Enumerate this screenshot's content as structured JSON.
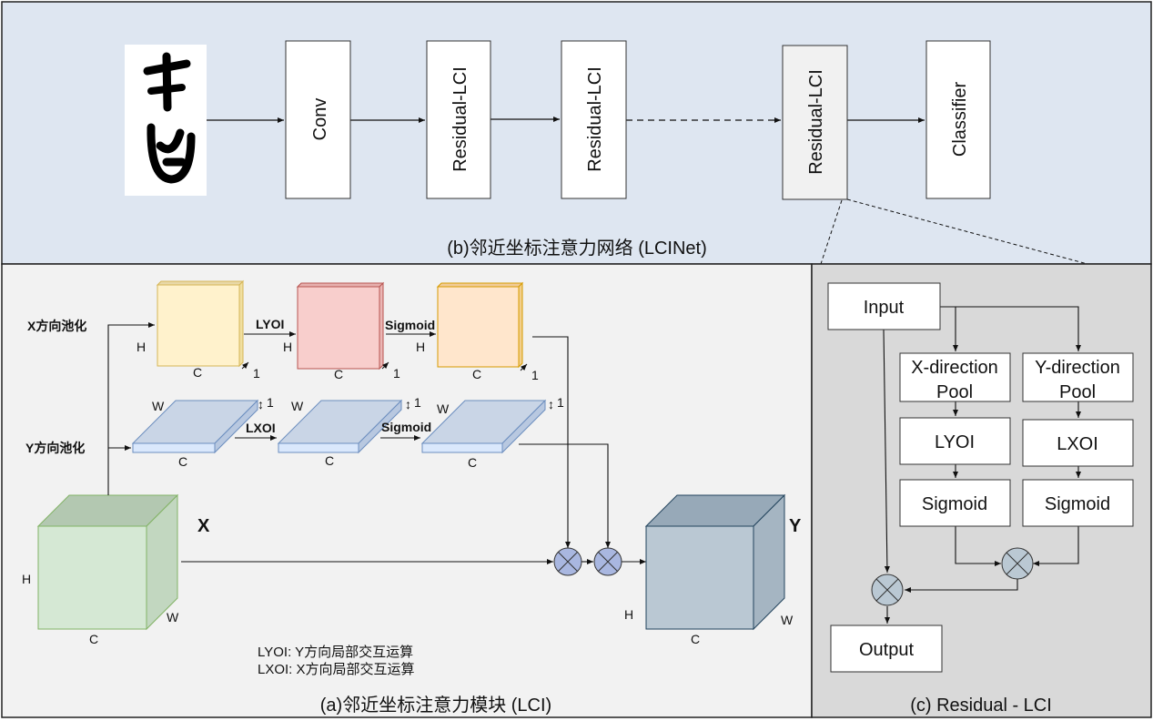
{
  "network": {
    "title": "(b)邻近坐标注意力网络 (LCINet)",
    "blocks": [
      "Conv",
      "Residual-LCI",
      "Residual-LCI",
      "Residual-LCI",
      "Classifier"
    ]
  },
  "module": {
    "title": "(a)邻近坐标注意力模块 (LCI)",
    "x_pool_label": "X方向池化",
    "y_pool_label": "Y方向池化",
    "op_lyoi": "LYOI",
    "op_lxoi": "LXOI",
    "op_sigmoid": "Sigmoid",
    "dim_h": "H",
    "dim_c": "C",
    "dim_w": "W",
    "dim_one": "1",
    "input_name": "X",
    "output_name": "Y",
    "legend_lyoi": "LYOI: Y方向局部交互运算",
    "legend_lxoi": "LXOI: X方向局部交互运算"
  },
  "residual": {
    "title": "(c) Residual - LCI",
    "input": "Input",
    "xdir_line1": "X-direction",
    "xdir_line2": "Pool",
    "ydir_line1": "Y-direction",
    "ydir_line2": "Pool",
    "lyoi": "LYOI",
    "lxoi": "LXOI",
    "sigmoid": "Sigmoid",
    "output": "Output"
  },
  "colors": {
    "top_bg": "#dee6f1",
    "left_bg": "#f2f2f2",
    "right_bg": "#d9d9d9",
    "yellow": "#fff2cc",
    "red": "#f8cecc",
    "orange": "#ffe6cc",
    "blue_slab": "#c9d5e6",
    "green": "#d5e8d4",
    "gray_blue": "#bac8d3",
    "mult": "#a9b7e0"
  }
}
